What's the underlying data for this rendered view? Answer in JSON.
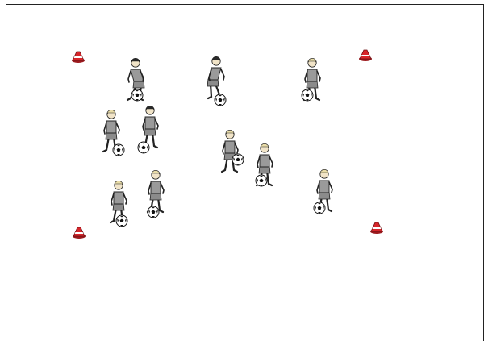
{
  "drill": {
    "cone_color": "#d7262b",
    "cone_stripe": "#ffffff",
    "player_kit": "#9a9a9a",
    "player_outline": "#222222",
    "hair_colors": {
      "blond": "#e9dca8",
      "dark": "#2a2a2a"
    },
    "cones": [
      {
        "id": "cone-top-left"
      },
      {
        "id": "cone-top-right"
      },
      {
        "id": "cone-bottom-left"
      },
      {
        "id": "cone-bottom-right"
      }
    ],
    "players": [
      {
        "id": "player-1",
        "hair": "dark",
        "pose": "dribble-right"
      },
      {
        "id": "player-2",
        "hair": "dark",
        "pose": "dribble-left"
      },
      {
        "id": "player-3",
        "hair": "blond",
        "pose": "stand"
      },
      {
        "id": "player-4",
        "hair": "blond",
        "pose": "stand"
      },
      {
        "id": "player-5",
        "hair": "dark",
        "pose": "front"
      },
      {
        "id": "player-6",
        "hair": "blond",
        "pose": "stand"
      },
      {
        "id": "player-7",
        "hair": "blond",
        "pose": "stand"
      },
      {
        "id": "player-8",
        "hair": "blond",
        "pose": "stand"
      },
      {
        "id": "player-9",
        "hair": "blond",
        "pose": "stand"
      },
      {
        "id": "player-10",
        "hair": "blond",
        "pose": "stand"
      }
    ]
  }
}
